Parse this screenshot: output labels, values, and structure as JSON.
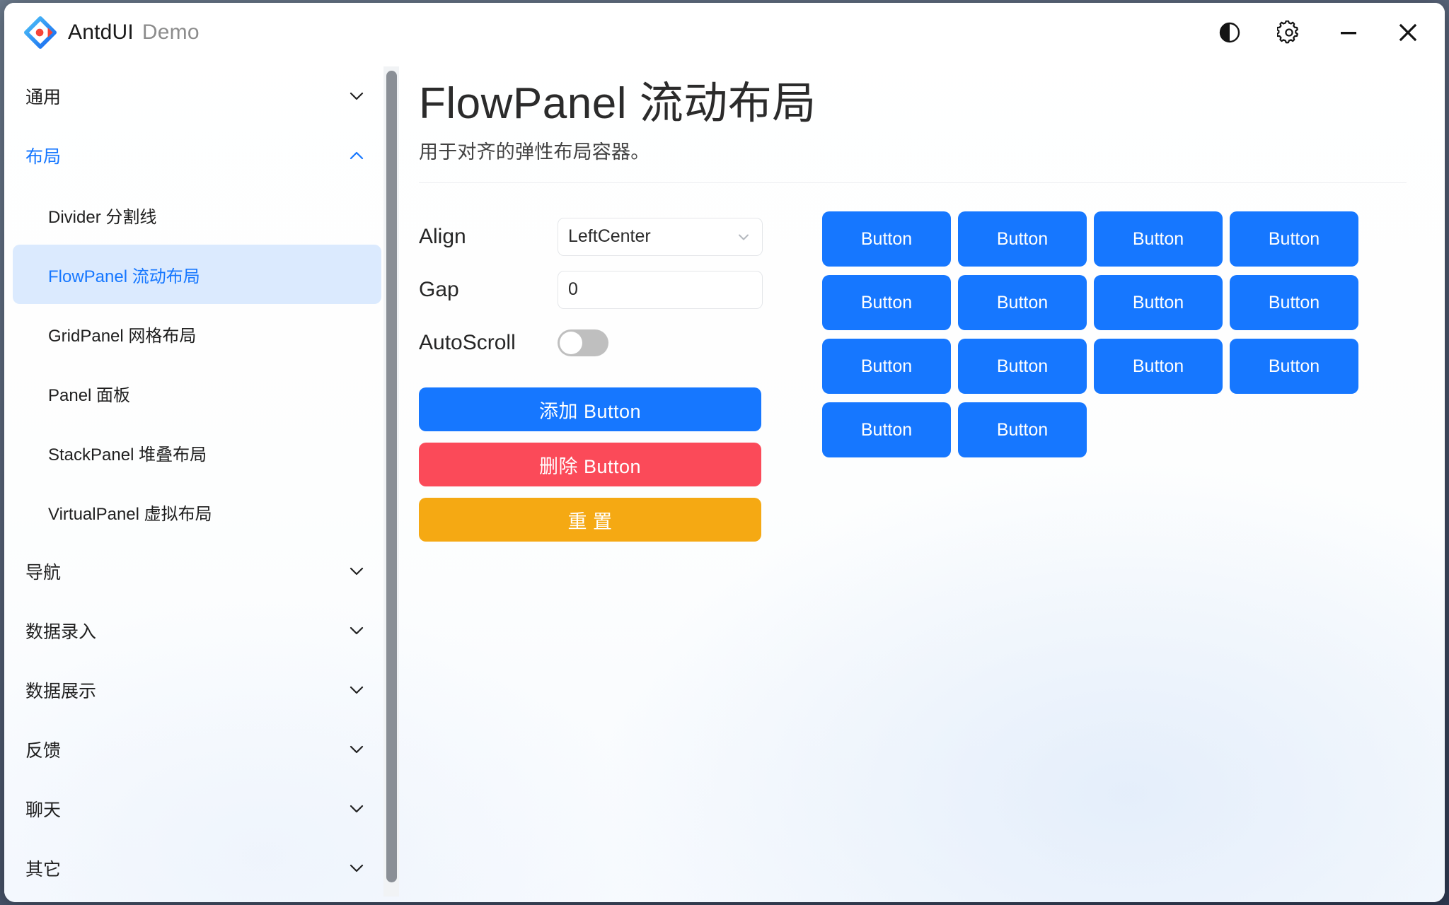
{
  "titlebar": {
    "brand_name": "AntdUI",
    "brand_sub": "Demo",
    "logo_icon": "antd-logo-icon",
    "controls": [
      {
        "name": "theme-toggle-button",
        "icon": "contrast-icon"
      },
      {
        "name": "settings-button",
        "icon": "gear-icon"
      },
      {
        "name": "minimize-button",
        "icon": "minimize-icon"
      },
      {
        "name": "close-button",
        "icon": "close-icon"
      }
    ]
  },
  "sidebar": {
    "groups": [
      {
        "label": "通用",
        "expanded": false,
        "items": []
      },
      {
        "label": "布局",
        "expanded": true,
        "items": [
          {
            "label": "Divider 分割线",
            "selected": false
          },
          {
            "label": "FlowPanel 流动布局",
            "selected": true
          },
          {
            "label": "GridPanel 网格布局",
            "selected": false
          },
          {
            "label": "Panel 面板",
            "selected": false
          },
          {
            "label": "StackPanel 堆叠布局",
            "selected": false
          },
          {
            "label": "VirtualPanel 虚拟布局",
            "selected": false
          }
        ]
      },
      {
        "label": "导航",
        "expanded": false,
        "items": []
      },
      {
        "label": "数据录入",
        "expanded": false,
        "items": []
      },
      {
        "label": "数据展示",
        "expanded": false,
        "items": []
      },
      {
        "label": "反馈",
        "expanded": false,
        "items": []
      },
      {
        "label": "聊天",
        "expanded": false,
        "items": []
      },
      {
        "label": "其它",
        "expanded": false,
        "items": []
      }
    ],
    "scrollbar": {
      "name": "sidebar-scrollbar"
    }
  },
  "main": {
    "title": "FlowPanel 流动布局",
    "description": "用于对齐的弹性布局容器。",
    "form": {
      "align_label": "Align",
      "align_value": "LeftCenter",
      "gap_label": "Gap",
      "gap_value": "0",
      "autoscroll_label": "AutoScroll",
      "autoscroll_on": false
    },
    "actions": [
      {
        "label": "添加 Button",
        "style": "act-primary",
        "name": "add-button-button"
      },
      {
        "label": "删除 Button",
        "style": "act-danger",
        "name": "delete-button-button"
      },
      {
        "label": "重 置",
        "style": "act-warn",
        "name": "reset-button"
      }
    ],
    "flow_buttons": [
      "Button",
      "Button",
      "Button",
      "Button",
      "Button",
      "Button",
      "Button",
      "Button",
      "Button",
      "Button",
      "Button",
      "Button",
      "Button",
      "Button"
    ]
  },
  "colors": {
    "primary": "#1677ff",
    "danger": "#fb4a59",
    "warning": "#f5a913",
    "selected_bg": "#dbeafe",
    "switch_off": "#bfbfbf"
  }
}
